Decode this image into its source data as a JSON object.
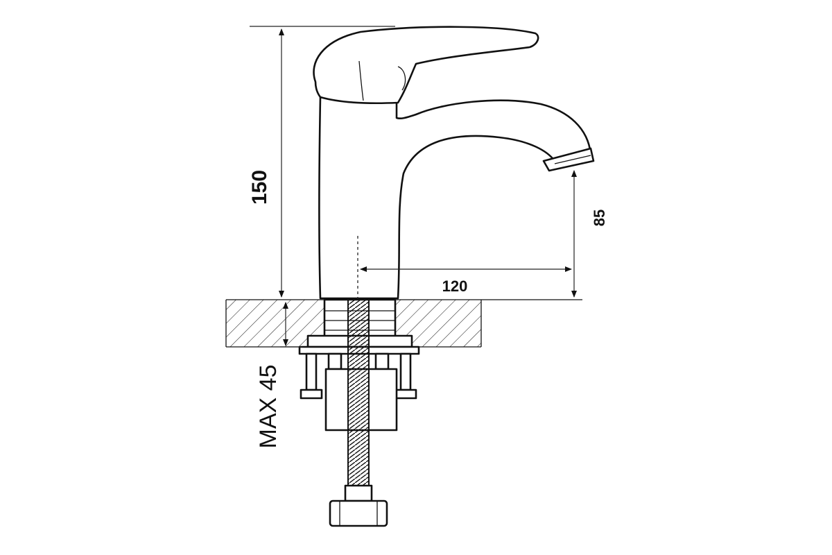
{
  "dimensions": {
    "total_height": "150",
    "spout_height": "85",
    "spout_reach": "120",
    "max_countertop_thickness": "MAX 45"
  },
  "colors": {
    "line": "#111111",
    "background": "#ffffff"
  }
}
